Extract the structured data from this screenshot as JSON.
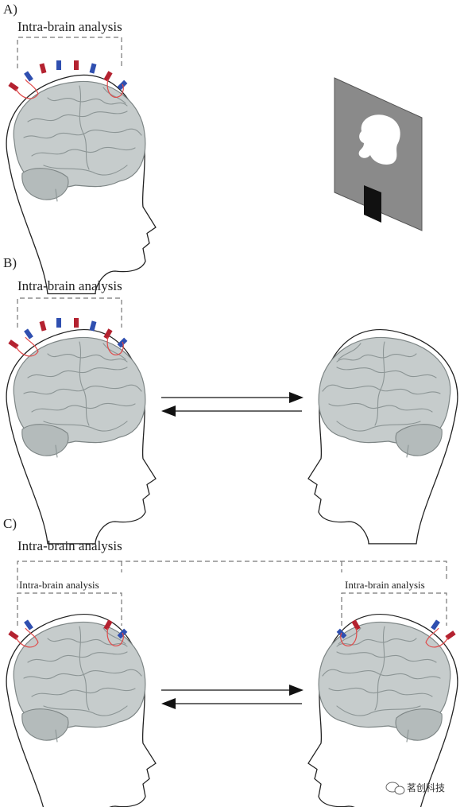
{
  "panels": {
    "a": {
      "label": "A)",
      "analysis_label": "Intra-brain analysis"
    },
    "b": {
      "label": "B)",
      "analysis_label": "Intra-brain analysis"
    },
    "c": {
      "label": "C)",
      "analysis_label": "Intra-brain analysis",
      "left_analysis_label": "Intra-brain analysis",
      "right_analysis_label": "Intra-brain analysis"
    }
  },
  "watermark": {
    "text": "茗创科技",
    "icon": "chat-bubble-icon"
  },
  "colors": {
    "electrode_red": "#b42230",
    "electrode_blue": "#2f4fb0",
    "brain_gray": "#c6cccc",
    "screen_gray": "#8a8a8a"
  }
}
